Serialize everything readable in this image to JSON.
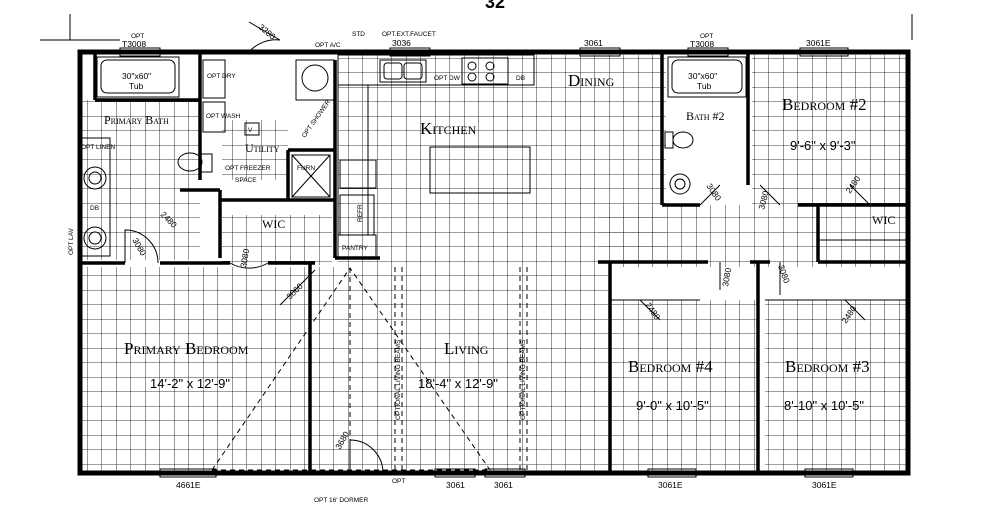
{
  "title_fragment": "32",
  "rooms": {
    "primary_bath": "Primary Bath",
    "kitchen": "Kitchen",
    "dining": "Dining",
    "bath2": "Bath #2",
    "bedroom2": "Bedroom #2",
    "bedroom2_dim": "9'-6\" x 9'-3\"",
    "utility": "Utility",
    "wic_primary": "WIC",
    "wic_bed2": "WIC",
    "primary_bedroom": "Primary Bedroom",
    "primary_bedroom_dim": "14'-2\" x 12'-9\"",
    "living": "Living",
    "living_dim": "18'-4\" x 12'-9\"",
    "bedroom4": "Bedroom #4",
    "bedroom4_dim": "9'-0\" x 10'-5\"",
    "bedroom3": "Bedroom #3",
    "bedroom3_dim": "8'-10\" x 10'-5\""
  },
  "windows": {
    "top_bath": "T3008",
    "top_bath_opt": "OPT",
    "top_kitchen": "3036",
    "top_dining": "3061",
    "top_bath2": "T3008",
    "top_bath2_opt": "OPT",
    "top_bed2": "3061E",
    "bottom_primary": "4661E",
    "bottom_living1": "3061",
    "bottom_living2": "3061",
    "bottom_bed4": "3061E",
    "bottom_bed3": "3061E"
  },
  "doors": {
    "entry_top": "3280",
    "primary_bath": "3080",
    "primary_bed": "3080",
    "util_to_living": "3060",
    "closet_primary": "2480",
    "bath2": "3080",
    "bed2": "3080",
    "bed4": "3080",
    "bed3": "3080",
    "closet_bed4": "2480",
    "closet_bed3": "2480",
    "wic_bed2": "2480",
    "front": "3680"
  },
  "fixtures": {
    "tub": "30\"x60\"",
    "tub_word": "Tub",
    "tub2": "30\"x60\"",
    "tub2_word": "Tub",
    "opt_linen": "OPT LINEN",
    "db": "DB",
    "opt_lav": "OPT LAV",
    "opt_dry": "OPT DRY",
    "opt_wash": "OPT WASH",
    "v": "V",
    "opt_freezer": "OPT FREEZER",
    "space": "SPACE",
    "opt_shower": "OPT SHOWER",
    "opt_dw": "OPT DW",
    "db_kitchen": "DB",
    "refr": "REFR",
    "pantry": "PANTRY",
    "furn": "FURN",
    "std": "STD",
    "opt_ext_faucet": "OPT.EXT.FAUCET",
    "opt_ac": "OPT A/C",
    "opt_beam1": "OPTIONAL LIVING BEAMS",
    "opt_beam2": "OPTIONAL LIVING BEAMS",
    "opt_dormer": "OPT 16' DORMER",
    "opt": "OPT"
  }
}
